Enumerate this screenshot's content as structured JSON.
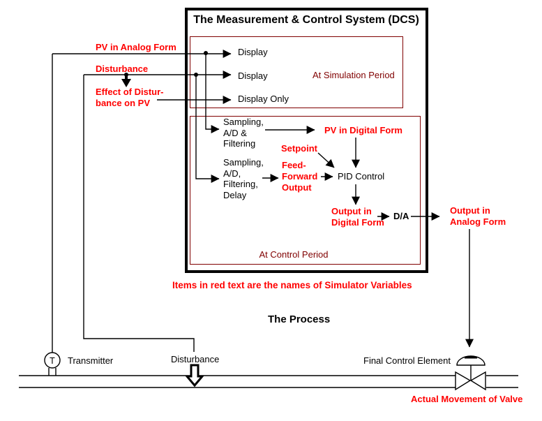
{
  "colors": {
    "accent_red": "#FF0000",
    "dark_red": "#800000",
    "line_black": "#000000"
  },
  "dcs_box": {
    "title": "The Measurement & Control System (DCS)",
    "simulation_section": {
      "display_row_1": "Display",
      "display_row_2": "Display",
      "display_row_3": "Display Only",
      "period_label": "At Simulation Period"
    },
    "control_section": {
      "sampling_block_1": "Sampling,\nA/D &\nFiltering",
      "sampling_block_2": "Sampling,\nA/D,\nFiltering,\nDelay",
      "pv_digital": "PV in Digital Form",
      "setpoint": "Setpoint",
      "feed_forward": "Feed-\nForward\nOutput",
      "pid": "PID Control",
      "output_digital": "Output in\nDigital Form",
      "da": "D/A",
      "period_label": "At Control Period"
    }
  },
  "external_labels": {
    "pv_analog": "PV in Analog Form",
    "disturbance": "Disturbance",
    "effect": "Effect of Distur-\nbance on PV",
    "output_analog": "Output in\nAnalog Form",
    "note": "Items in red text are the names of Simulator Variables"
  },
  "process": {
    "title": "The Process",
    "transmitter_symbol": "T",
    "transmitter_label": "Transmitter",
    "disturbance_label": "Disturbance",
    "final_control_label": "Final Control Element",
    "actual_movement": "Actual Movement of Valve"
  }
}
